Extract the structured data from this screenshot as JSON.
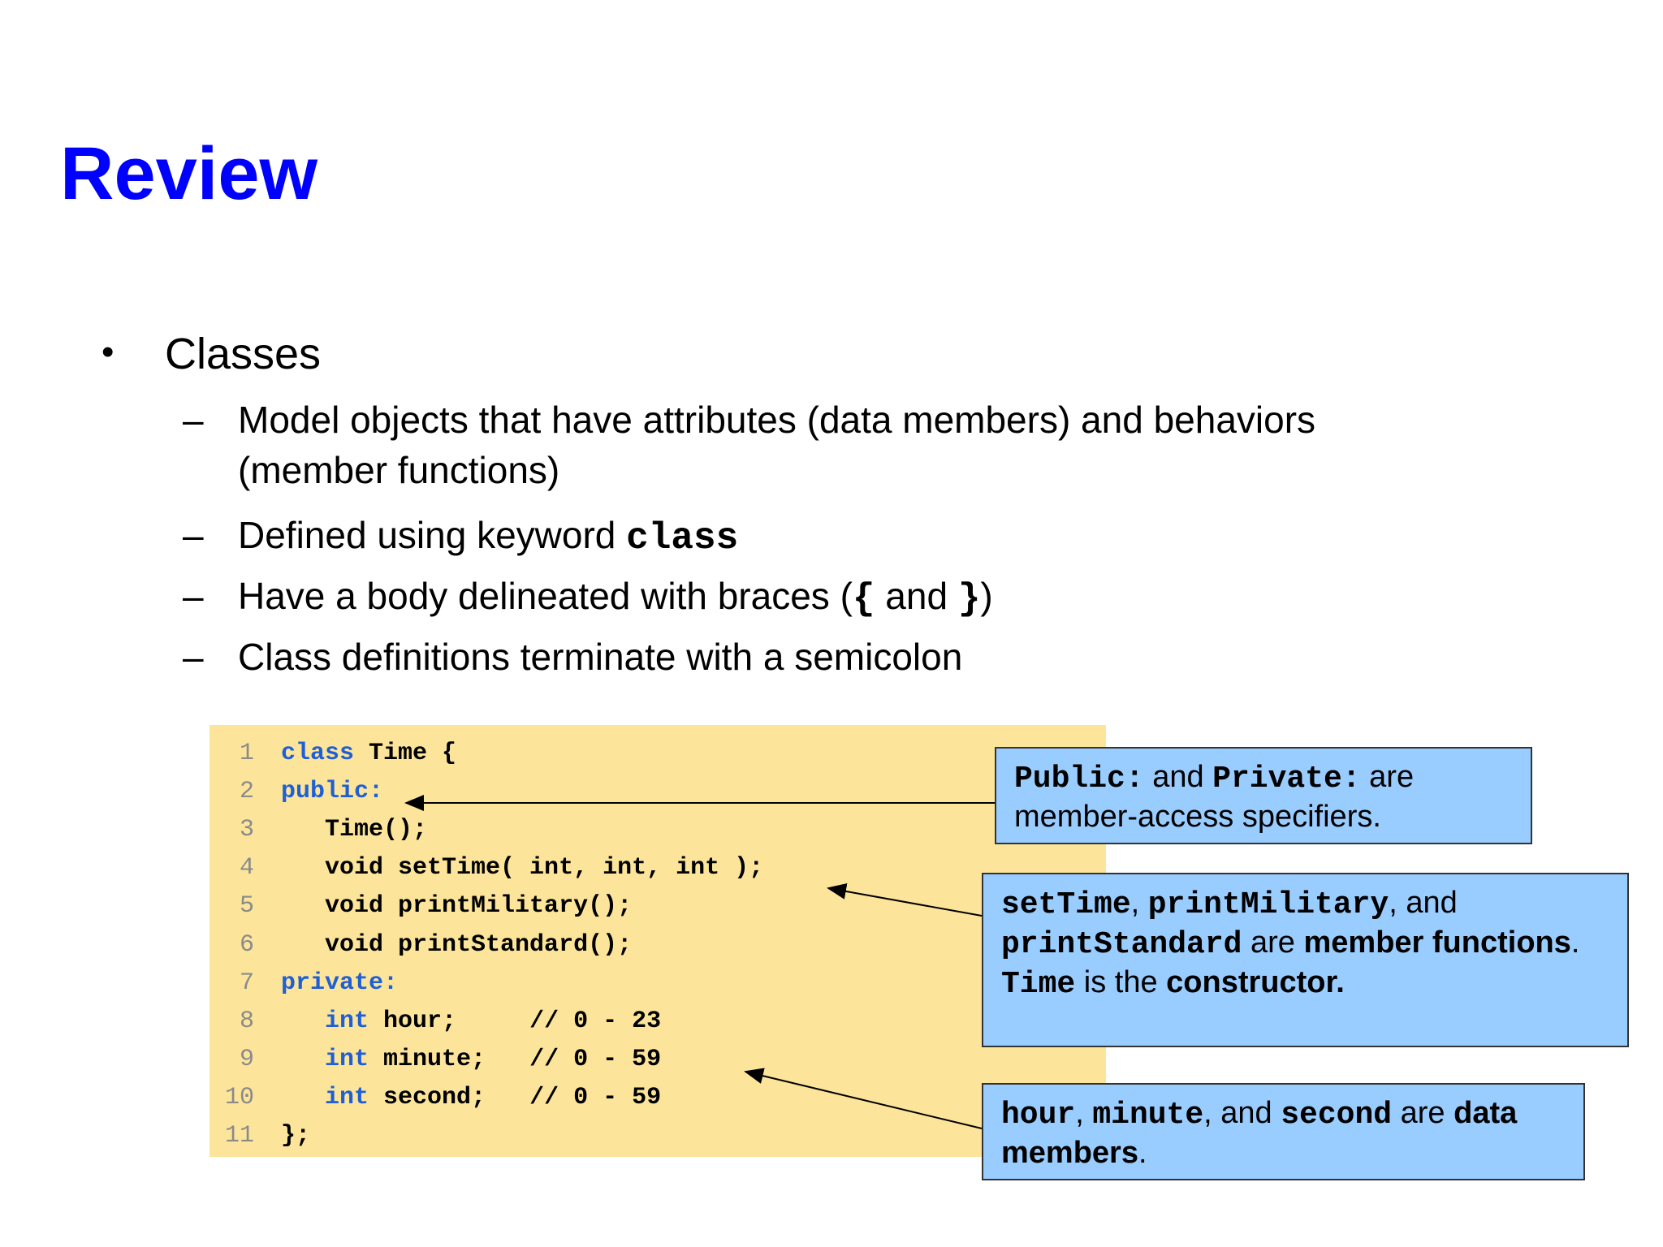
{
  "title": "Review",
  "bullet": "Classes",
  "subitems": [
    {
      "dash": "–",
      "text": "Model objects that have attributes (data members) and behaviors (member functions)"
    },
    {
      "dash": "–",
      "text_before": "Defined using keyword ",
      "code": "class"
    },
    {
      "dash": "–",
      "text_before": "Have a body delineated with braces (",
      "code1": "{",
      "text_mid": " and ",
      "code2": "}",
      "text_after": ")"
    },
    {
      "dash": "–",
      "text": "Class definitions terminate with a semicolon"
    }
  ],
  "code": {
    "lines": [
      {
        "n": "1",
        "pre": "",
        "kw": "class",
        "rest": " Time {"
      },
      {
        "n": "2",
        "pre": "",
        "kw": "public:",
        "rest": ""
      },
      {
        "n": "3",
        "pre": "   ",
        "kw": "",
        "rest": "Time();"
      },
      {
        "n": "4",
        "pre": "   ",
        "kw": "",
        "rest": "void setTime( int, int, int );"
      },
      {
        "n": "5",
        "pre": "   ",
        "kw": "",
        "rest": "void printMilitary();"
      },
      {
        "n": "6",
        "pre": "   ",
        "kw": "",
        "rest": "void printStandard();"
      },
      {
        "n": "7",
        "pre": "",
        "kw": "private:",
        "rest": ""
      },
      {
        "n": "8",
        "pre": "   ",
        "kw": "int",
        "rest": " hour;     // 0 - 23"
      },
      {
        "n": "9",
        "pre": "   ",
        "kw": "int",
        "rest": " minute;   // 0 - 59"
      },
      {
        "n": "10",
        "pre": "   ",
        "kw": "int",
        "rest": " second;   // 0 - 59"
      },
      {
        "n": "11",
        "pre": "",
        "kw": "",
        "rest": "};"
      }
    ]
  },
  "callouts": {
    "access": {
      "c1": "Public:",
      "t1": " and ",
      "c2": "Private:",
      "t2": " are member-access specifiers."
    },
    "functions": {
      "c1": "setTime",
      "t1": ", ",
      "c2": "printMilitary",
      "t2": ", and ",
      "c3": "printStandard",
      "t3": " are ",
      "b1": "member functions",
      "t4": ".",
      "c4": "Time",
      "t5": " is the ",
      "b2": "constructor."
    },
    "data": {
      "c1": "hour",
      "t1": ", ",
      "c2": "minute",
      "t2": ", and ",
      "c3": "second",
      "t3": " are ",
      "b1": "data members",
      "t4": "."
    }
  },
  "colors": {
    "title": "#0000ff",
    "code_bg": "#fce59a",
    "keyword": "#1f5fd6",
    "callout_bg": "#99ccff"
  }
}
